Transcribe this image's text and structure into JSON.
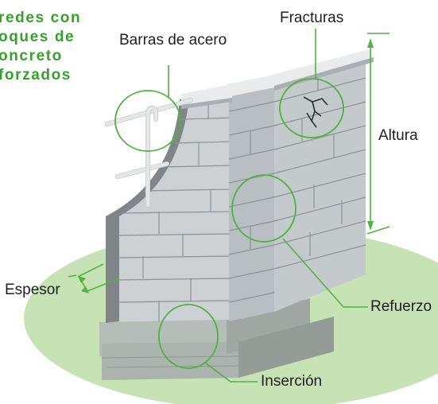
{
  "title_lines": [
    "redes con",
    "oques de",
    "oncreto",
    "forzados"
  ],
  "labels": {
    "fracturas": "Fracturas",
    "barras": "Barras de acero",
    "altura": "Altura",
    "espesor": "Espesor",
    "refuerzo": "Refuerzo",
    "insercion": "Inserción"
  },
  "colors": {
    "title": "#3a9e2f",
    "callout_line": "#4fb33f",
    "ground": "#c7e2b5",
    "wall_front": "#cdd1d4",
    "wall_side": "#a4aaae",
    "wall_top": "#e9ebec",
    "mortar": "#8d9397",
    "crack": "#2b2f33",
    "rebar": "#e4e6e7"
  },
  "icons": [
    "highlight-circle",
    "dimension-arrow",
    "crack-lines",
    "rebar"
  ]
}
